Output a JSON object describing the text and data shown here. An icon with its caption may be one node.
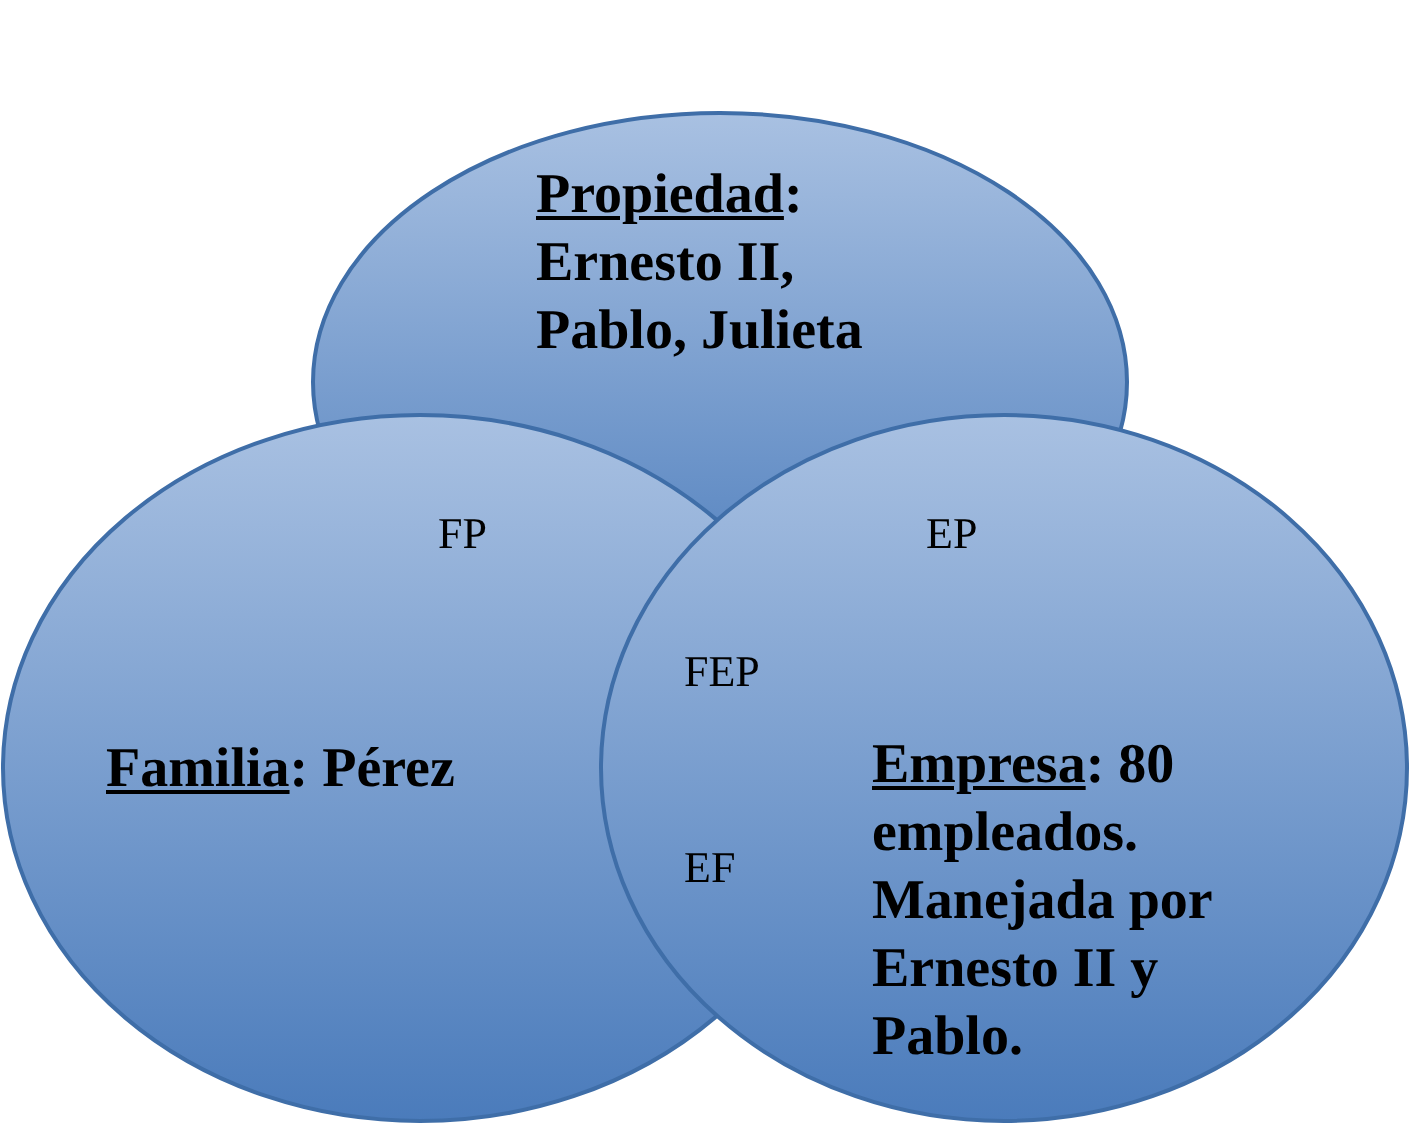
{
  "diagram": {
    "nodes": [
      {
        "text": [
          "Propiedad: Ernesto II, Pablo, Julieta"
        ]
      },
      {
        "text": [
          "Familia: Pérez"
        ]
      },
      {
        "text": [
          "Empresa: 80 empleados. Manejada por Ernesto II y Pablo."
        ]
      }
    ],
    "labels": [
      "FP",
      "EP",
      "FEP",
      "EF"
    ]
  }
}
